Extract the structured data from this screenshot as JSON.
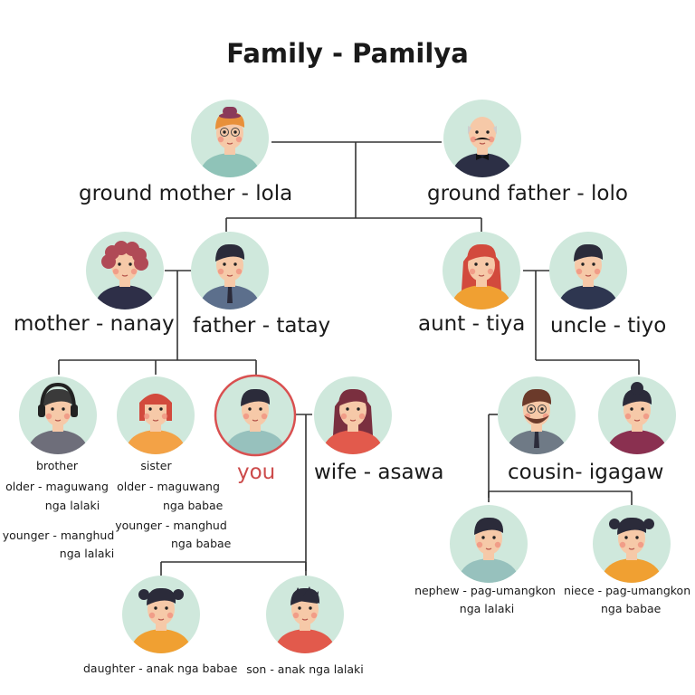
{
  "title": "Family - Pamilya",
  "colors": {
    "circle_bg": "#cfe8dc",
    "lines": "#333333",
    "you_ring": "#d95050",
    "you_text": "#cc4a4a",
    "skin": "#f6c9a8",
    "cheek": "#ef8a7a"
  },
  "members": {
    "grandmother": {
      "label": "ground mother - lola",
      "icon": "grandmother-avatar-icon"
    },
    "grandfather": {
      "label": "ground father - lolo",
      "icon": "grandfather-avatar-icon"
    },
    "mother": {
      "label": "mother - nanay",
      "icon": "mother-avatar-icon"
    },
    "father": {
      "label": "father - tatay",
      "icon": "father-avatar-icon"
    },
    "aunt": {
      "label": "aunt - tiya",
      "icon": "aunt-avatar-icon"
    },
    "uncle": {
      "label": "uncle - tiyo",
      "icon": "uncle-avatar-icon"
    },
    "brother": {
      "label": "brother",
      "older": "older - maguwang",
      "older2": "nga lalaki",
      "younger": "younger - manghud",
      "younger2": "nga lalaki",
      "icon": "brother-avatar-icon"
    },
    "sister": {
      "label": "sister",
      "older": "older - maguwang",
      "older2": "nga babae",
      "younger": "younger - manghud",
      "younger2": "nga babae",
      "icon": "sister-avatar-icon"
    },
    "you": {
      "label": "you",
      "icon": "you-avatar-icon"
    },
    "wife": {
      "label": "wife - asawa",
      "icon": "wife-avatar-icon"
    },
    "cousins": {
      "label": "cousin- igagaw",
      "icon": "cousin-avatar-icon"
    },
    "daughter": {
      "label": "daughter - anak nga babae",
      "icon": "daughter-avatar-icon"
    },
    "son": {
      "label": "son - anak nga lalaki",
      "icon": "son-avatar-icon"
    },
    "nephew": {
      "label": "nephew - pag-umangkon",
      "label2": "nga lalaki",
      "icon": "nephew-avatar-icon"
    },
    "niece": {
      "label": "niece - pag-umangkon",
      "label2": "nga babae",
      "icon": "niece-avatar-icon"
    }
  }
}
